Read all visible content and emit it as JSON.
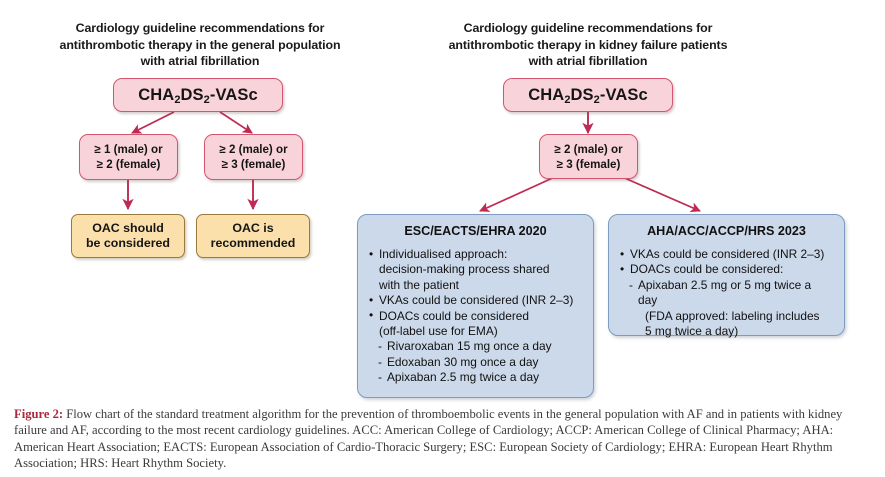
{
  "figure": {
    "left_column": {
      "title": "Cardiology guideline recommendations for antithrombotic therapy in the general population with atrial fibrillation",
      "title_lines": [
        "Cardiology guideline recommendations for",
        "antithrombotic therapy in the general population",
        "with atrial fibrillation"
      ],
      "root": {
        "label_prefix": "CHA",
        "label_sub1": "2",
        "label_mid": "DS",
        "label_sub2": "2",
        "label_suffix": "-VASc"
      },
      "criteria": [
        {
          "line1": "≥ 1 (male) or",
          "line2": "≥ 2 (female)"
        },
        {
          "line1": "≥ 2 (male) or",
          "line2": "≥ 3 (female)"
        }
      ],
      "outcomes": [
        {
          "line1": "OAC should",
          "line2": "be considered"
        },
        {
          "line1": "OAC is",
          "line2": "recommended"
        }
      ]
    },
    "right_column": {
      "title": "Cardiology guideline recommendations for antithrombotic therapy in kidney failure patients with atrial fibrillation",
      "title_lines": [
        "Cardiology guideline recommendations for",
        "antithrombotic therapy in kidney failure patients",
        "with atrial fibrillation"
      ],
      "root": {
        "label_prefix": "CHA",
        "label_sub1": "2",
        "label_mid": "DS",
        "label_sub2": "2",
        "label_suffix": "-VASc"
      },
      "criteria": {
        "line1": "≥ 2 (male) or",
        "line2": "≥ 3 (female)"
      },
      "guidelines": [
        {
          "heading": "ESC/EACTS/EHRA 2020",
          "lines": [
            {
              "type": "bullet",
              "text": "Individualised approach:"
            },
            {
              "type": "cont",
              "text": "decision-making process shared"
            },
            {
              "type": "cont",
              "text": "with the patient"
            },
            {
              "type": "bullet",
              "text": "VKAs could be considered (INR 2–3)"
            },
            {
              "type": "bullet",
              "text": "DOACs could be considered"
            },
            {
              "type": "cont",
              "text": "(off-label use for EMA)"
            },
            {
              "type": "dash",
              "text": "Rivaroxaban 15 mg once a day"
            },
            {
              "type": "dash",
              "text": "Edoxaban 30 mg once a day"
            },
            {
              "type": "dash",
              "text": "Apixaban 2.5 mg twice a day"
            }
          ]
        },
        {
          "heading": "AHA/ACC/ACCP/HRS 2023",
          "lines": [
            {
              "type": "bullet",
              "text": "VKAs could be considered (INR 2–3)"
            },
            {
              "type": "bullet",
              "text": "DOACs could be considered:"
            },
            {
              "type": "dash",
              "text": "Apixaban 2.5 mg or 5 mg twice a day"
            },
            {
              "type": "dash-cont",
              "text": "(FDA approved: labeling includes"
            },
            {
              "type": "dash-cont",
              "text": "5 mg twice a day)"
            }
          ]
        }
      ]
    },
    "caption": {
      "label": "Figure 2:",
      "text": " Flow chart of the standard treatment algorithm for the prevention of thromboembolic events in the general population with AF and in patients with kidney failure and AF, according to the most recent cardiology guidelines. ACC: American College of Cardiology; ACCP: American College of Clinical Pharmacy; AHA: American Heart Association; EACTS: European Association of Cardio-Thoracic Surgery; ESC: European Society of Cardiology; EHRA: European Heart Rhythm Association; HRS: Heart Rhythm Society."
    },
    "colors": {
      "pink_fill": "#f8d3da",
      "pink_border": "#d4556f",
      "tan_fill": "#fbe0ab",
      "tan_border": "#9a7a3c",
      "blue_fill": "#ccd9ea",
      "blue_border": "#7d9cc0",
      "arrow": "#c02a52",
      "figure_label": "#a8283c",
      "background": "#ffffff"
    }
  }
}
